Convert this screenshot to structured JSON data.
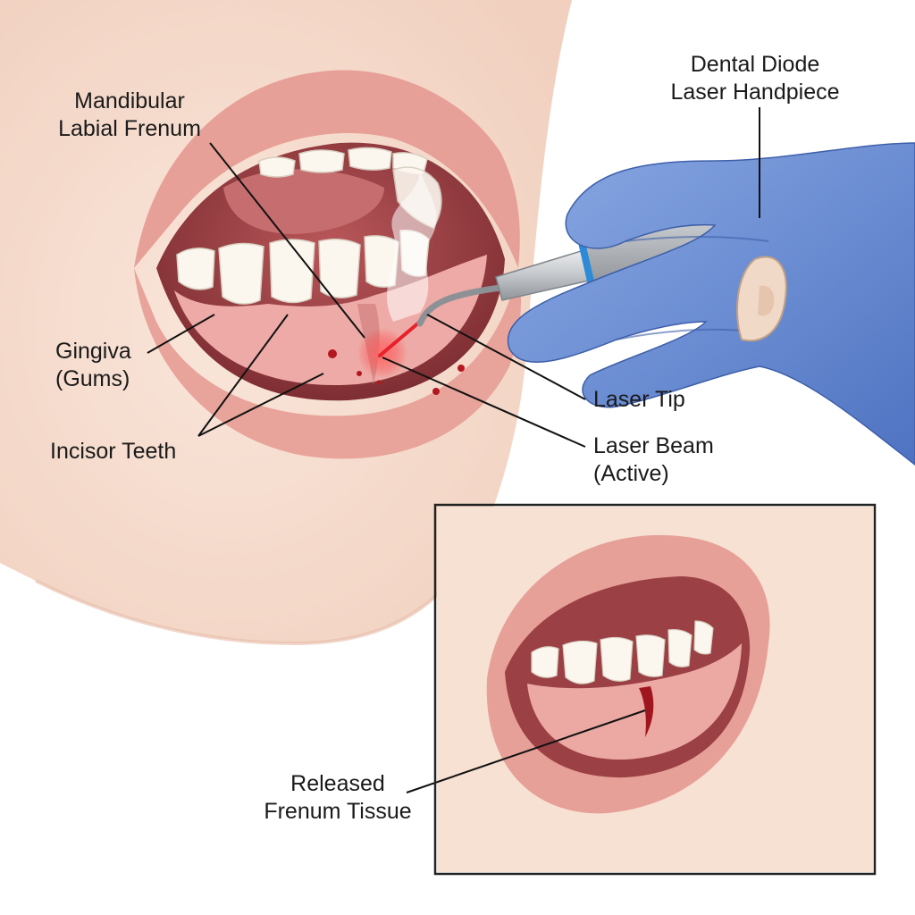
{
  "labels": {
    "frenum": [
      "Mandibular",
      "Labial Frenum"
    ],
    "handpiece": [
      "Dental Diode",
      "Laser Handpiece"
    ],
    "gingiva": [
      "Gingiva",
      "(Gums)"
    ],
    "incisors": "Incisor Teeth",
    "laser_tip": "Laser Tip",
    "laser_beam": [
      "Laser Beam",
      "(Active)"
    ],
    "released": [
      "Released",
      "Frenum Tissue"
    ]
  },
  "colors": {
    "skin": "#f6dccd",
    "lip": "#e8a39b",
    "gum": "#eeaaa6",
    "tooth": "#fbf7ef",
    "glove": "#6f92d6",
    "laser": "#e8202a",
    "metal": "#c9ccd0"
  }
}
